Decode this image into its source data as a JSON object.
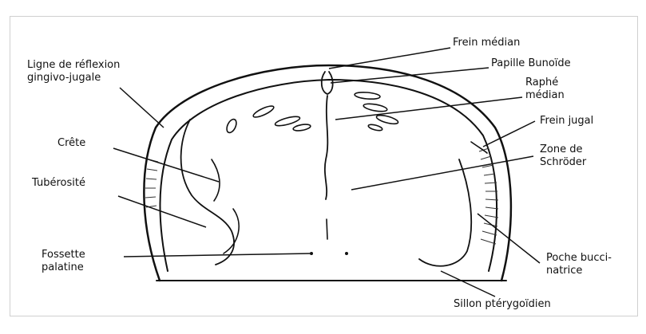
{
  "labels": {
    "frein_median": "Frein médian",
    "papille_bunoide": "Papille Bunoïde",
    "raphe_median": "Raphé\nmédian",
    "frein_jugal": "Frein jugal",
    "zone_schroder": "Zone de\nSchröder",
    "ligne_reflexion": "Ligne de réflexion\ngingivo-jugale",
    "crete": "Crête",
    "tuberosite": "Tubérosité",
    "fossette_palatine": "Fossette\npalatine",
    "poche_buccinatrice": "Poche bucci-\nnatrice",
    "sillon_pterygoidien": "Sillon ptérygoïdien"
  },
  "caption": ""
}
